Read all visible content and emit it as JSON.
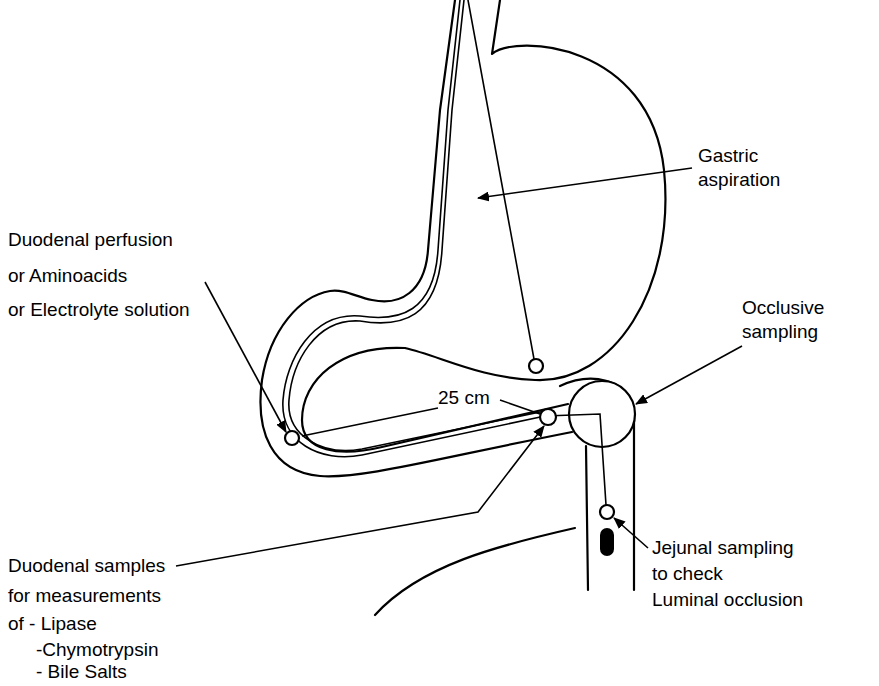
{
  "diagram": {
    "labels": [
      "Gastric aspiration",
      "Duodenal perfusion",
      "or Aminoacids",
      "or Electrolyte solution",
      "25 cm",
      "Occlusive sampling",
      "Duodenal samples",
      "for measurements",
      "of - Lipase",
      "-Chymotrypsin",
      "- Bile Salts",
      "Jejunal sampling",
      "to check",
      "Luminal occlusion"
    ]
  }
}
